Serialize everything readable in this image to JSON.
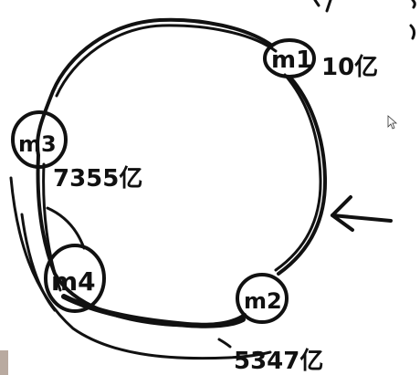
{
  "nodes": [
    {
      "id": "m1",
      "label": "m1",
      "annotation": "10亿"
    },
    {
      "id": "m3",
      "label": "m3",
      "annotation": "7355亿"
    },
    {
      "id": "m4",
      "label": "m4",
      "annotation": ""
    },
    {
      "id": "m2",
      "label": "m2",
      "annotation": "5347亿"
    }
  ],
  "colors": {
    "ink": "#111111",
    "background": "#ffffff",
    "corner_swatch": "#b9aaa0"
  },
  "icons": [
    "mouse-cursor-icon",
    "arrow-left-icon"
  ]
}
